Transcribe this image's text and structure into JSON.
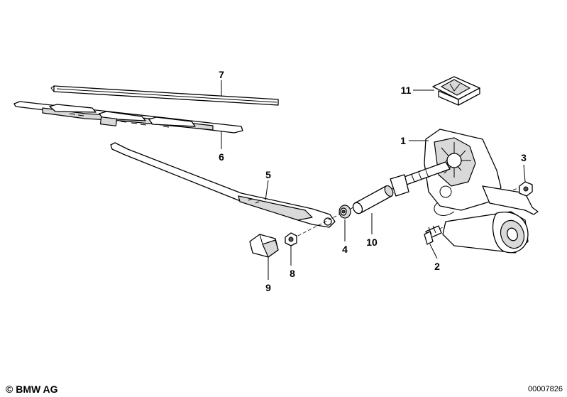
{
  "parts": [
    {
      "number": "1",
      "icon": "wiper-motor-gearbox-icon"
    },
    {
      "number": "2",
      "icon": "hex-bolt-icon"
    },
    {
      "number": "3",
      "icon": "hex-nut-icon"
    },
    {
      "number": "4",
      "icon": "rubber-bushing-icon"
    },
    {
      "number": "5",
      "icon": "wiper-arm-icon"
    },
    {
      "number": "6",
      "icon": "wiper-blade-icon"
    },
    {
      "number": "7",
      "icon": "wiper-blade-refill-icon"
    },
    {
      "number": "8",
      "icon": "hex-nut-icon"
    },
    {
      "number": "9",
      "icon": "arm-cover-cap-icon"
    },
    {
      "number": "10",
      "icon": "spacer-sleeve-icon"
    },
    {
      "number": "11",
      "icon": "retaining-clip-icon"
    }
  ],
  "footer": {
    "copyright": "© BMW AG",
    "diagram_id": "00007826"
  }
}
